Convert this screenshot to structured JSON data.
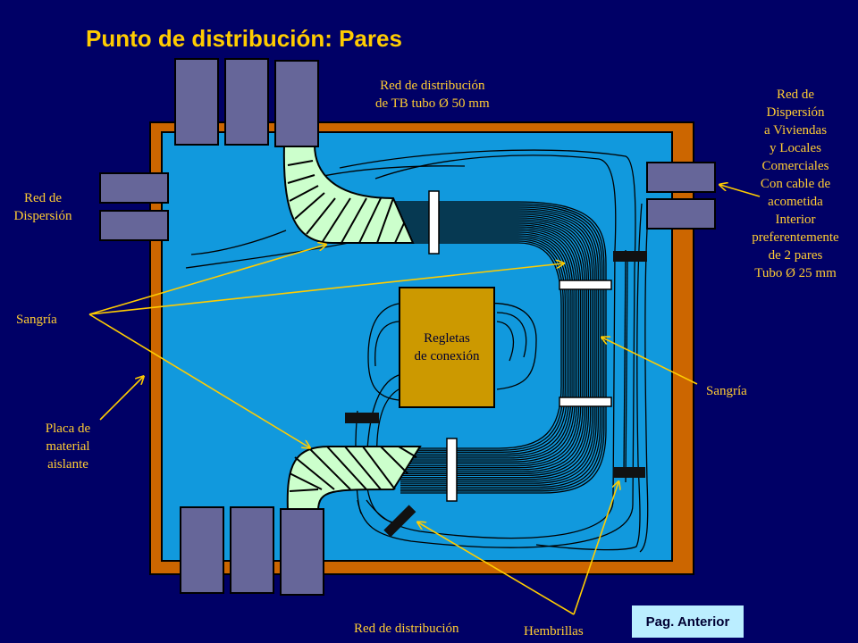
{
  "title": "Punto de distribución: Pares",
  "labels": {
    "red_distribucion_tb_line1": "Red de distribución",
    "red_distribucion_tb_line2": "de TB tubo Ø 50 mm",
    "red_dispersion_left_line1": "Red de",
    "red_dispersion_left_line2": "Dispersión",
    "red_dispersion_viviendas": [
      "Red de",
      "Dispersión",
      "a Viviendas",
      "y Locales",
      "Comerciales",
      "Con cable de",
      "acometida",
      "Interior",
      "preferentemente",
      "de 2 pares",
      "Tubo Ø 25 mm"
    ],
    "sangria_left": "Sangría",
    "sangria_right": "Sangría",
    "placa": [
      "Placa de",
      "material",
      "aislante"
    ],
    "regletas_line1": "Regletas",
    "regletas_line2": "de conexión",
    "red_distribucion_bottom": "Red de distribución",
    "hembrillas": "Hembrillas"
  },
  "nav": {
    "anterior_label": "Pag. Anterior"
  },
  "colors": {
    "background": "#000066",
    "frame_border": "#CC6600",
    "board": "#1199DD",
    "regletas_block": "#CC9900",
    "tube": "#666699",
    "sangria_bundle": "#CCFFCC",
    "label_text": "#FFCC33",
    "title_text": "#FFCC00",
    "arrow": "#FFCC00",
    "nav_button": "#BBEEFF"
  }
}
